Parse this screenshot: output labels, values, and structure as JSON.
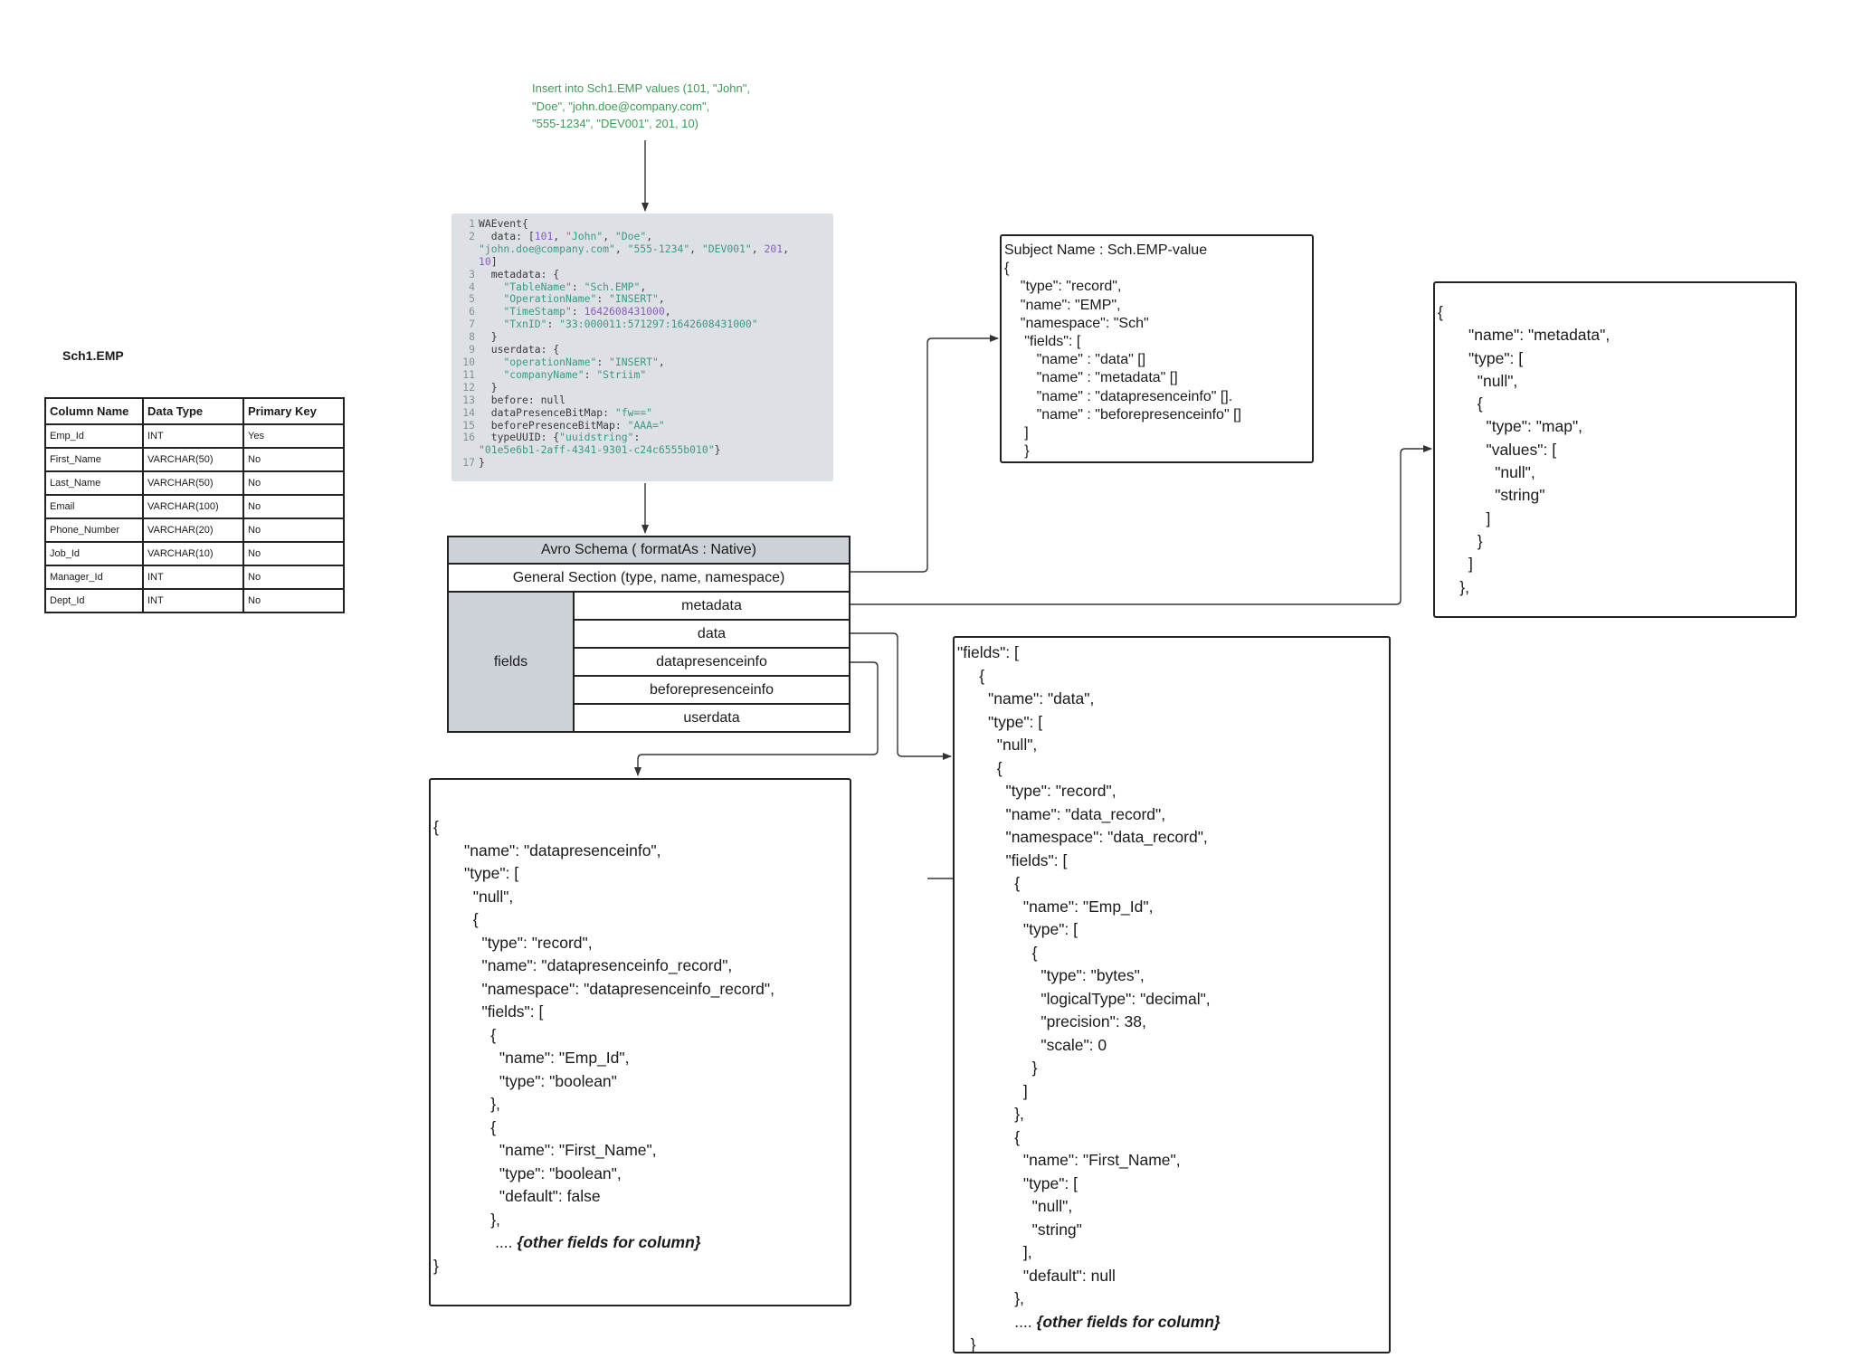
{
  "insert_statement": "Insert into Sch1.EMP values (101, \"John\",\n\"Doe\", \"john.doe@company.com\",\n\"555-1234\", \"DEV001\", 201, 10)",
  "source_table": {
    "title": "Sch1.EMP",
    "headers": [
      "Column Name",
      "Data Type",
      "Primary Key"
    ],
    "rows": [
      [
        "Emp_Id",
        "INT",
        "Yes"
      ],
      [
        "First_Name",
        "VARCHAR(50)",
        "No"
      ],
      [
        "Last_Name",
        "VARCHAR(50)",
        "No"
      ],
      [
        "Email",
        "VARCHAR(100)",
        "No"
      ],
      [
        "Phone_Number",
        "VARCHAR(20)",
        "No"
      ],
      [
        "Job_Id",
        "VARCHAR(10)",
        "No"
      ],
      [
        "Manager_Id",
        "INT",
        "No"
      ],
      [
        "Dept_Id",
        "INT",
        "No"
      ]
    ]
  },
  "waevent_code": [
    {
      "no": "1",
      "text": "WAEvent{"
    },
    {
      "no": "2",
      "text": "  data: [101, \"John\", \"Doe\","
    },
    {
      "no": "",
      "text": "\"john.doe@company.com\", \"555-1234\", \"DEV001\", 201,"
    },
    {
      "no": "",
      "text": "10]"
    },
    {
      "no": "3",
      "text": "  metadata: {"
    },
    {
      "no": "4",
      "text": "    \"TableName\": \"Sch.EMP\","
    },
    {
      "no": "5",
      "text": "    \"OperationName\": \"INSERT\","
    },
    {
      "no": "6",
      "text": "    \"TimeStamp\": 1642608431000,"
    },
    {
      "no": "7",
      "text": "    \"TxnID\": \"33:000011:571297:1642608431000\""
    },
    {
      "no": "8",
      "text": "  }"
    },
    {
      "no": "9",
      "text": "  userdata: {"
    },
    {
      "no": "10",
      "text": "    \"operationName\": \"INSERT\","
    },
    {
      "no": "11",
      "text": "    \"companyName\": \"Striim\""
    },
    {
      "no": "12",
      "text": "  }"
    },
    {
      "no": "13",
      "text": "  before: null"
    },
    {
      "no": "14",
      "text": "  dataPresenceBitMap: \"fw==\""
    },
    {
      "no": "15",
      "text": "  beforePresenceBitMap: \"AAA=\""
    },
    {
      "no": "16",
      "text": "  typeUUID: {\"uuidstring\":"
    },
    {
      "no": "",
      "text": "\"01e5e6b1-2aff-4341-9301-c24c6555b010\"}"
    },
    {
      "no": "17",
      "text": "}"
    }
  ],
  "avro_schema": {
    "title": "Avro Schema ( formatAs : Native)",
    "general": "General Section (type, name, namespace)",
    "fields_label": "fields",
    "fields": [
      "metadata",
      "data",
      "datapresenceinfo",
      "beforepresenceinfo",
      "userdata"
    ]
  },
  "subject_box": "Subject Name : Sch.EMP-value\n{\n    \"type\": \"record\",\n    \"name\": \"EMP\",\n    \"namespace\": \"Sch\"\n     \"fields\": [\n        \"name\" : \"data\" []\n        \"name\" : \"metadata\" []\n        \"name\" : \"datapresenceinfo\" [].\n        \"name\" : \"beforepresenceinfo\" []\n     ]\n     }",
  "metadata_box": "{\n       \"name\": \"metadata\",\n       \"type\": [\n         \"null\",\n         {\n           \"type\": \"map\",\n           \"values\": [\n             \"null\",\n             \"string\"\n           ]\n         }\n       ]\n     },",
  "datapresence_box": "{\n       \"name\": \"datapresenceinfo\",\n       \"type\": [\n         \"null\",\n         {\n           \"type\": \"record\",\n           \"name\": \"datapresenceinfo_record\",\n           \"namespace\": \"datapresenceinfo_record\",\n           \"fields\": [\n             {\n               \"name\": \"Emp_Id\",\n               \"type\": \"boolean\"\n             },\n             {\n               \"name\": \"First_Name\",\n               \"type\": \"boolean\",\n               \"default\": false\n             },",
  "datapresence_ellipsis_prefix": "              .... ",
  "datapresence_ellipsis": "{other fields for column}",
  "datapresence_close": "}",
  "fields_box": "\"fields\": [\n     {\n       \"name\": \"data\",\n       \"type\": [\n         \"null\",\n         {\n           \"type\": \"record\",\n           \"name\": \"data_record\",\n           \"namespace\": \"data_record\",\n           \"fields\": [\n             {\n               \"name\": \"Emp_Id\",\n               \"type\": [\n                 {\n                   \"type\": \"bytes\",\n                   \"logicalType\": \"decimal\",\n                   \"precision\": 38,\n                   \"scale\": 0\n                 }\n               ]\n             },\n             {\n               \"name\": \"First_Name\",\n               \"type\": [\n                 \"null\",\n                 \"string\"\n               ],\n               \"default\": null\n             },",
  "fields_ellipsis_prefix": "             .... ",
  "fields_ellipsis": "{other fields for column}",
  "fields_close": "   }"
}
